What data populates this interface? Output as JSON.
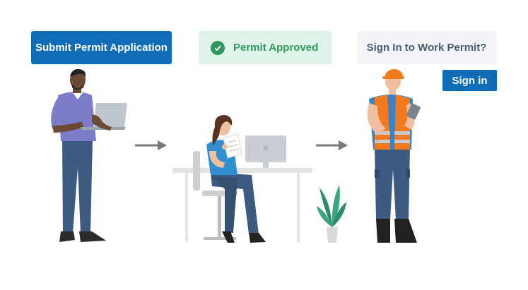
{
  "steps": {
    "submit_label": "Submit Permit Application",
    "approved_label": "Permit Approved",
    "signin_prompt": "Sign In to Work Permit?",
    "signin_button": "Sign in"
  },
  "icons": {
    "approved": "check-circle-icon",
    "arrow": "arrow-right-icon"
  },
  "colors": {
    "primary": "#0f6cb6",
    "success": "#2e9a5f",
    "success_bg": "#dff3e8",
    "prompt_bg": "#f2f4f8",
    "prompt_text": "#4b5a6b"
  }
}
